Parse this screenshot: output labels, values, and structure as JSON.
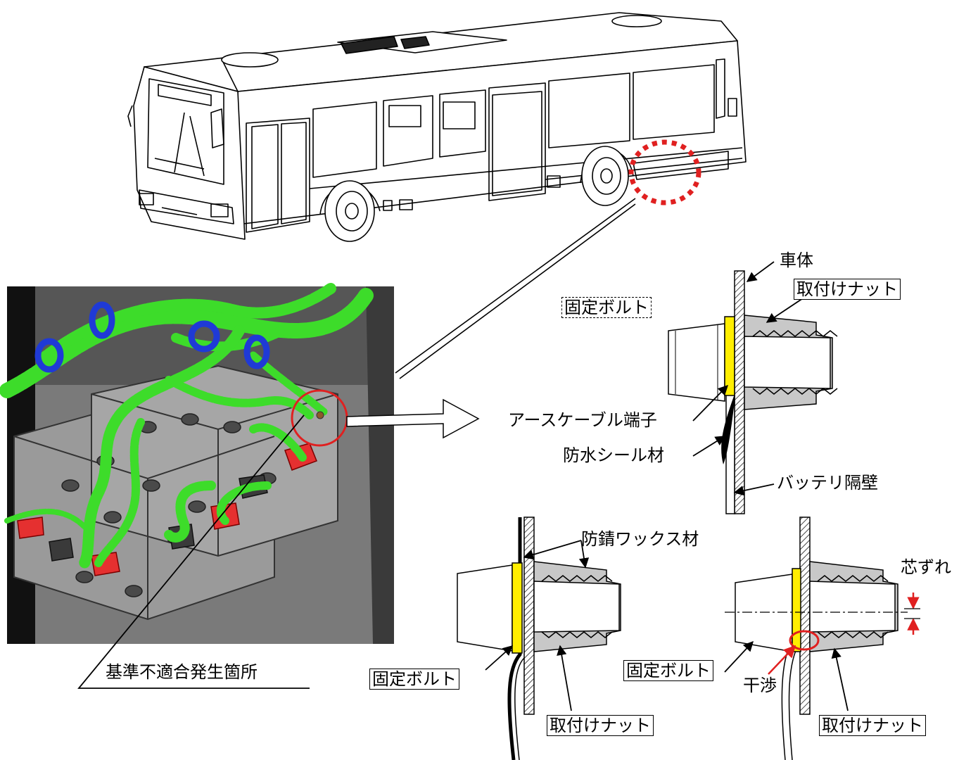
{
  "labels": {
    "vehicle_body": "車体",
    "mounting_nut": "取付けナット",
    "fixing_bolt": "固定ボルト",
    "earth_cable_terminal": "アースケーブル端子",
    "waterproof_sealant": "防水シール材",
    "battery_partition": "バッテリ隔壁",
    "antirust_wax": "防錆ワックス材",
    "misalignment": "芯ずれ",
    "interference": "干渉",
    "nonconformity_location": "基準不適合発生箇所"
  },
  "colors": {
    "harness": "#3ddc2a",
    "clamp": "#1f3ad6",
    "battery_terminal": "#e53030",
    "washer_terminal": "#ffee00",
    "callout_circle": "#e02020",
    "nut_fill": "#c8c8c8",
    "battery_box": "#8a8a8a"
  }
}
